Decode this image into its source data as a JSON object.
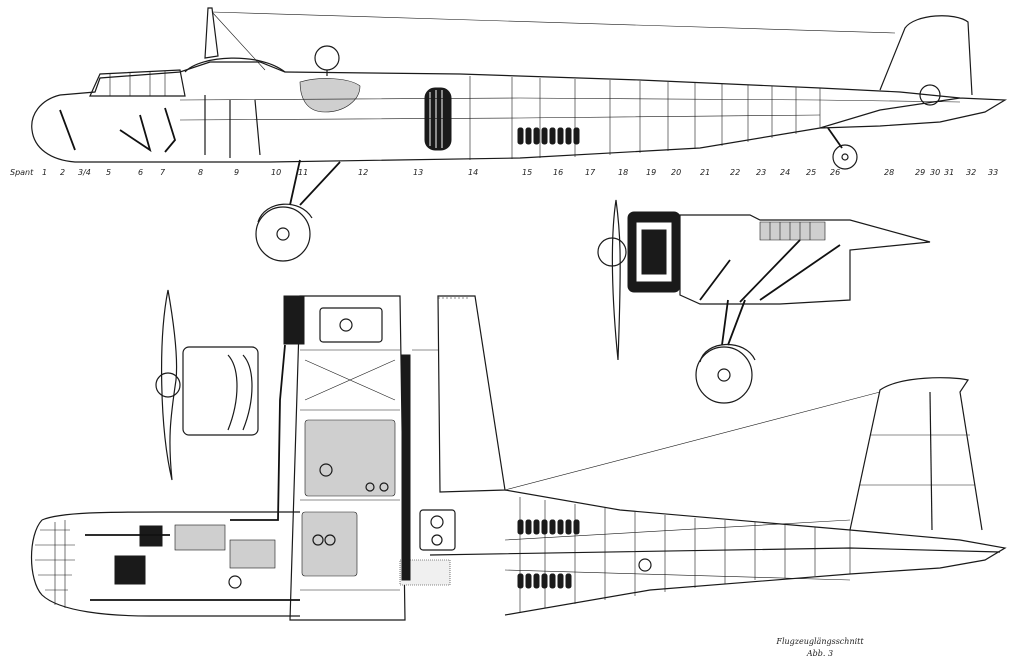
{
  "stations": {
    "prefix": "Spant",
    "labels": [
      "1",
      "2",
      "3/4",
      "5",
      "6",
      "7",
      "8",
      "9",
      "10",
      "11",
      "12",
      "13",
      "14",
      "15",
      "16",
      "17",
      "18",
      "19",
      "20",
      "21",
      "22",
      "23",
      "24",
      "25",
      "26",
      "28",
      "29",
      "30",
      "31",
      "32",
      "33"
    ]
  },
  "caption": {
    "line1": "Flugzeuglängsschnitt",
    "line2": "Abb. 3"
  }
}
